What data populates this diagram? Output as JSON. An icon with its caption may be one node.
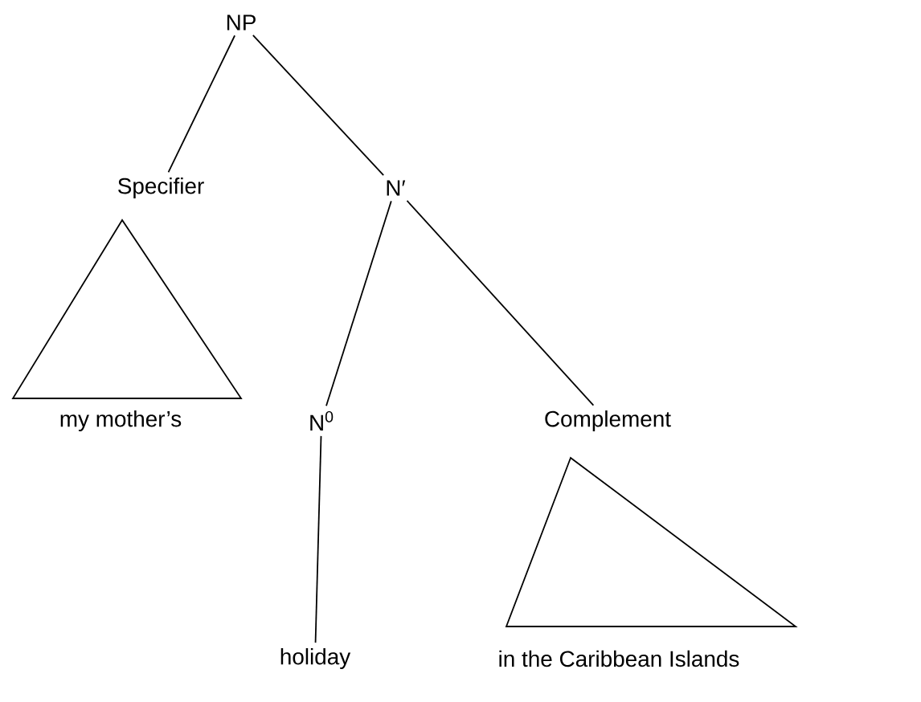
{
  "diagram": {
    "nodes": [
      {
        "text": [
          "NP"
        ]
      },
      {
        "text": [
          "Specifier"
        ]
      },
      {
        "text": [
          "N′"
        ]
      },
      {
        "text": [],
        "shape": "triangle"
      },
      {
        "text": [
          "my mother’s"
        ]
      },
      {
        "text": [
          "N$^{0}$"
        ]
      },
      {
        "text": [
          "Complement"
        ]
      },
      {
        "text": [],
        "shape": "triangle"
      },
      {
        "text": [
          "holiday"
        ]
      },
      {
        "text": [
          "in the Caribbean Islands"
        ]
      }
    ],
    "edges": [
      {
        "from": 0,
        "to": 1,
        "arrow": "none"
      },
      {
        "from": 0,
        "to": 2,
        "arrow": "none"
      },
      {
        "from": 2,
        "to": 5,
        "arrow": "none"
      },
      {
        "from": 2,
        "to": 6,
        "arrow": "none"
      },
      {
        "from": 5,
        "to": 8,
        "arrow": "none"
      }
    ]
  }
}
